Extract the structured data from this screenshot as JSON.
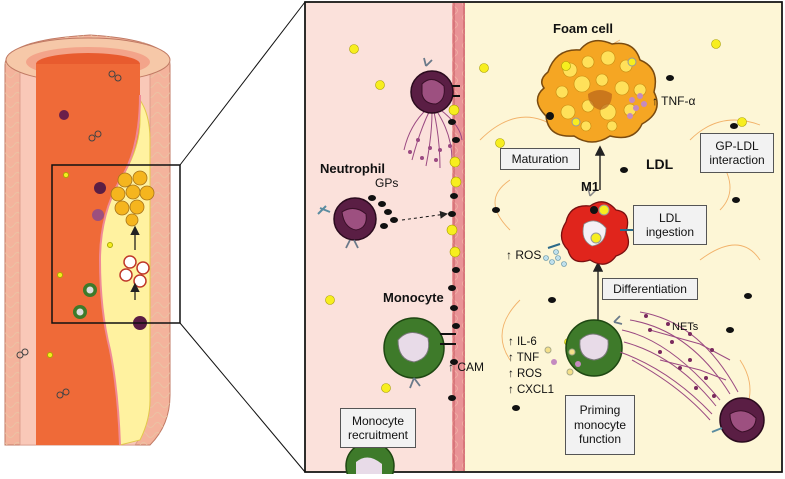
{
  "labels": {
    "foam_cell": "Foam cell",
    "tnf_alpha": "↑ TNF-α",
    "maturation": "Maturation",
    "ldl": "LDL",
    "gp_ldl_interaction": "GP-LDL interaction",
    "neutrophil": "Neutrophil",
    "gps": "GPs",
    "m1": "M1",
    "ldl_ingestion": "LDL ingestion",
    "ros_m1": "↑ ROS",
    "differentiation": "Differentiation",
    "monocyte": "Monocyte",
    "cam": "↑ CAM",
    "nets": "NETs",
    "il6": "↑ IL-6",
    "tnf": "↑ TNF",
    "ros": "↑ ROS",
    "cxcl1": "↑ CXCL1",
    "priming": "Priming monocyte function",
    "monocyte_recruitment": "Monocyte recruitment"
  },
  "colors": {
    "vessel_wall_pink": "#f4b6a0",
    "lumen_red": "#ef6c3c",
    "plaque_yellow": "#fff3a8",
    "panel_left_bg": "#fbe3de",
    "panel_right_bg": "#fdf6d6",
    "endothelium": "#e48a8c",
    "foam_orange": "#f5a623",
    "ldl_yellow": "#f7ee1f",
    "neutrophil_purple": "#6b1f4a",
    "monocyte_green": "#3e7a2a",
    "m1_red": "#e0251c"
  },
  "icons": [
    "foam-cell-icon",
    "neutrophil-icon",
    "monocyte-icon",
    "m1-macrophage-icon",
    "ldl-particle-icon",
    "net-fibers-icon",
    "artery-cross-section-icon"
  ]
}
